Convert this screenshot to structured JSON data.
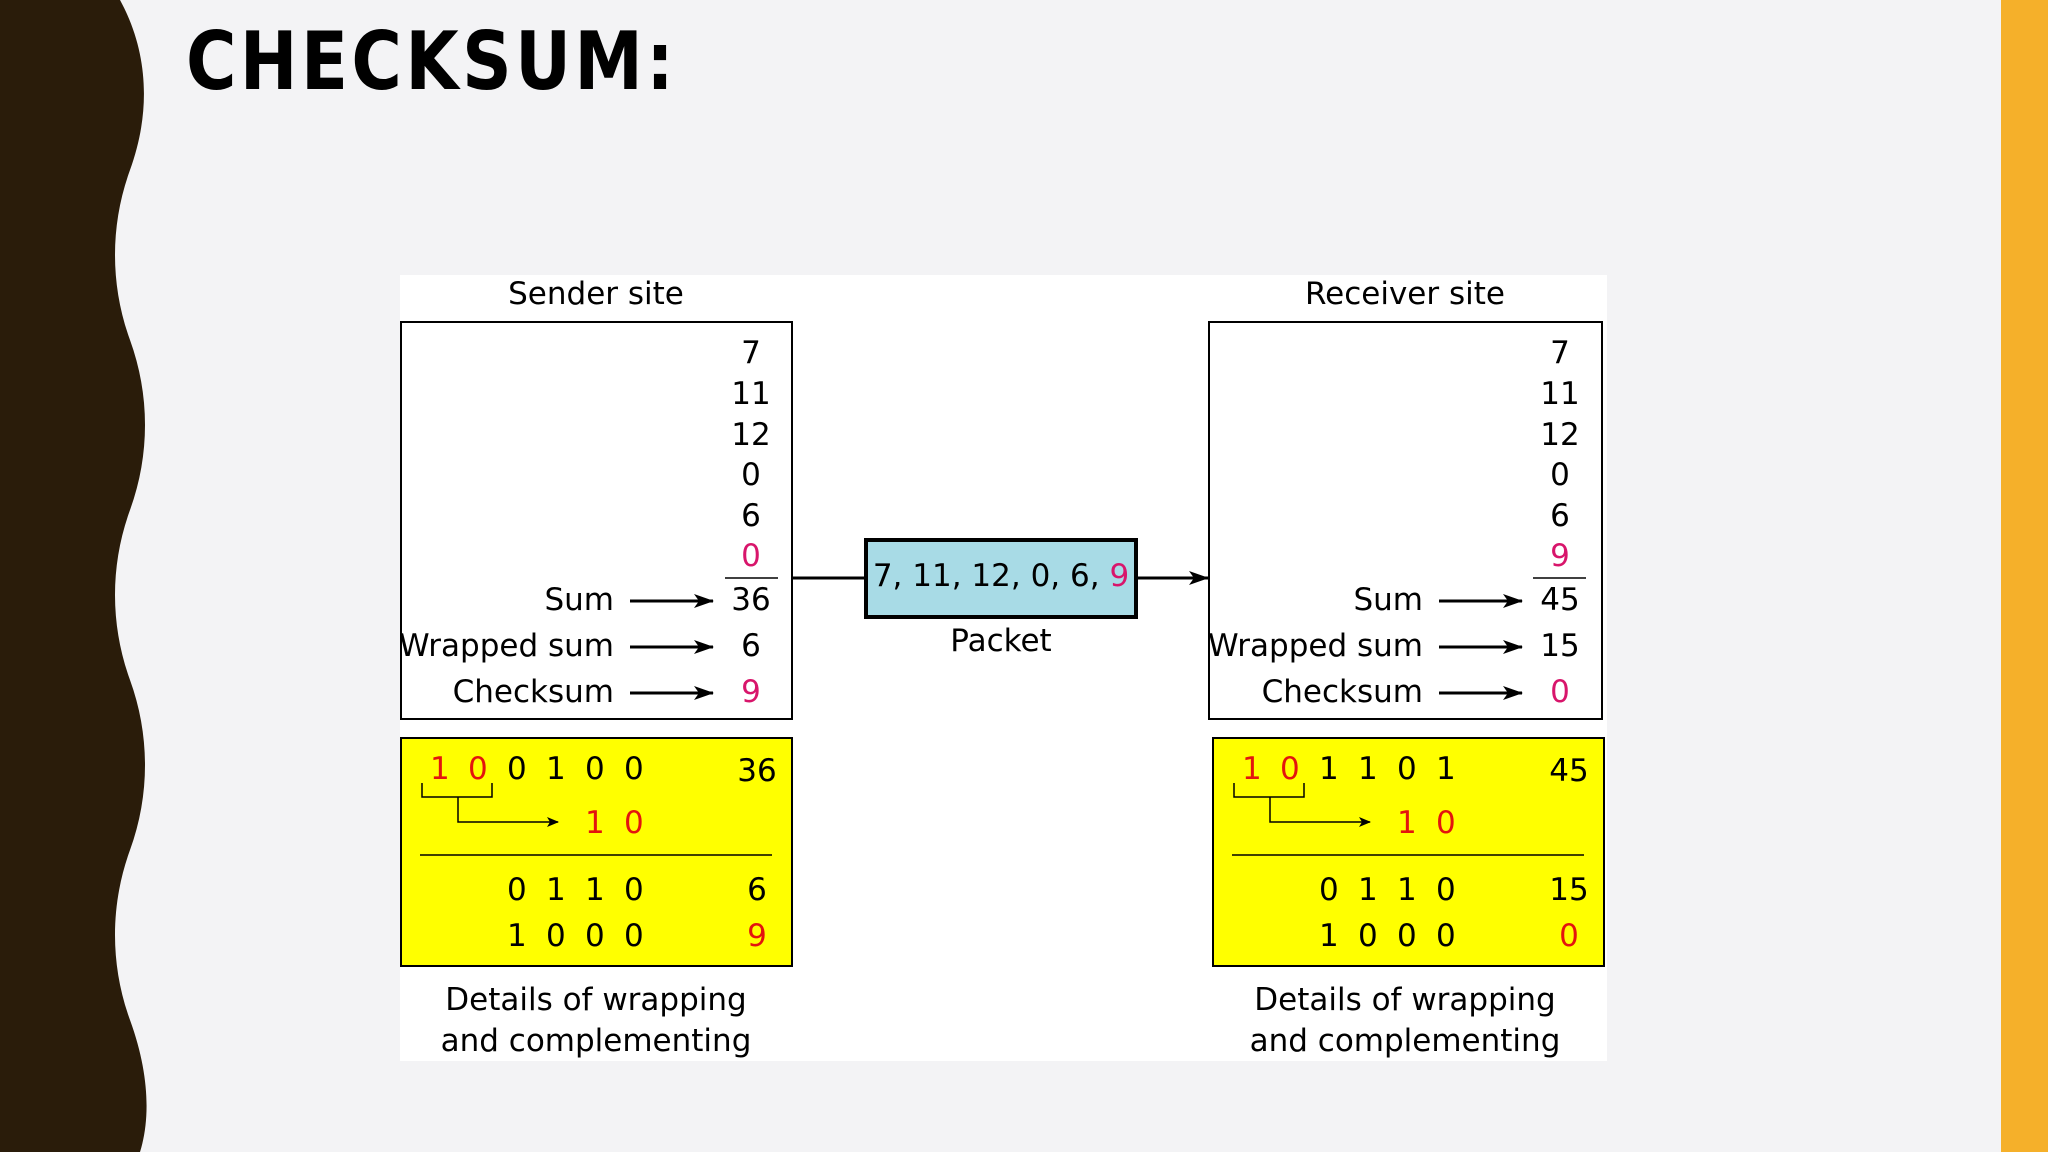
{
  "slide": {
    "title": "CHECKSUM:",
    "colors": {
      "background": "#f3f3f5",
      "left_wave": "#2a1c0a",
      "right_bar": "#f5b02a"
    }
  },
  "diagram": {
    "sender": {
      "title": "Sender site",
      "numbers": [
        "7",
        "11",
        "12",
        "0",
        "6",
        "0"
      ],
      "sum_label": "Sum",
      "sum_value": "36",
      "wrapped_label": "Wrapped sum",
      "wrapped_value": "6",
      "checksum_label": "Checksum",
      "checksum_value": "9",
      "details": {
        "red_bits": [
          "1",
          "0"
        ],
        "bits": [
          "0",
          "1",
          "0",
          "0"
        ],
        "total": "36",
        "carry": [
          "1",
          "0"
        ],
        "wrapped_bits": [
          "0",
          "1",
          "1",
          "0"
        ],
        "wrapped_value": "6",
        "complement_bits": [
          "1",
          "0",
          "0",
          "0"
        ],
        "complement_value": "9"
      },
      "caption_line1": "Details of wrapping",
      "caption_line2": "and complementing"
    },
    "packet": {
      "values": "7, 11, 12, 0, 6,",
      "checksum": "9",
      "label": "Packet"
    },
    "receiver": {
      "title": "Receiver site",
      "numbers": [
        "7",
        "11",
        "12",
        "0",
        "6",
        "9"
      ],
      "sum_label": "Sum",
      "sum_value": "45",
      "wrapped_label": "Wrapped sum",
      "wrapped_value": "15",
      "checksum_label": "Checksum",
      "checksum_value": "0",
      "details": {
        "red_bits": [
          "1",
          "0"
        ],
        "bits": [
          "1",
          "1",
          "0",
          "1"
        ],
        "total": "45",
        "carry": [
          "1",
          "0"
        ],
        "wrapped_bits": [
          "0",
          "1",
          "1",
          "0"
        ],
        "wrapped_value": "15",
        "complement_bits": [
          "1",
          "0",
          "0",
          "0"
        ],
        "complement_value": "0"
      },
      "caption_line1": "Details of wrapping",
      "caption_line2": "and complementing"
    },
    "colors": {
      "highlight": "#d8156b",
      "detail_box": "#ffff00",
      "packet_box": "#a8dbe6",
      "red_bits": "#e3140e"
    }
  }
}
